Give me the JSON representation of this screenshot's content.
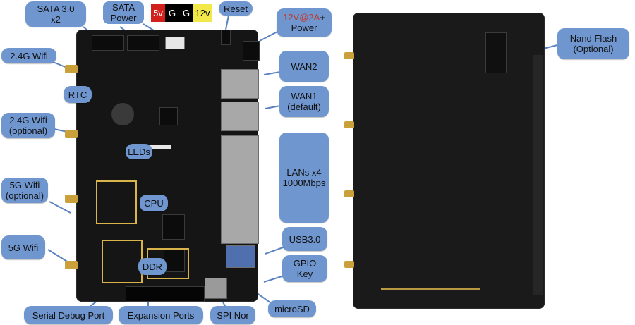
{
  "labels": {
    "sata30": "SATA 3.0\nx2",
    "sata_power": "SATA\nPower",
    "pin_5v": "5v",
    "pin_g1": "G",
    "pin_g2": "G",
    "pin_12v": "12v",
    "reset": "Reset",
    "power_prefix": "12V@2A",
    "power_suffix": "+\nPower",
    "wifi24": "2.4G Wifi",
    "rtc": "RTC",
    "wifi24_opt": "2.4G Wifi\n(optional)",
    "leds": "LEDs",
    "wifi5_opt": "5G Wifi\n(optional)",
    "cpu": "CPU",
    "wifi5": "5G Wifi",
    "ddr": "DDR",
    "wan2": "WAN2",
    "wan1": "WAN1\n(default)",
    "lans": "LANs x4\n1000Mbps",
    "usb3": "USB3.0",
    "gpio": "GPIO\nKey",
    "serial": "Serial Debug Port",
    "expansion": "Expansion Ports",
    "spinor": "SPI Nor",
    "microsd": "microSD",
    "nand": "Nand Flash\n(Optional)"
  },
  "colors": {
    "callout": "#6f96cf",
    "pin_5v": "#d2201c",
    "pin_g": "#000000",
    "pin_12v": "#f2e84a",
    "power_text": "#c0392b"
  }
}
